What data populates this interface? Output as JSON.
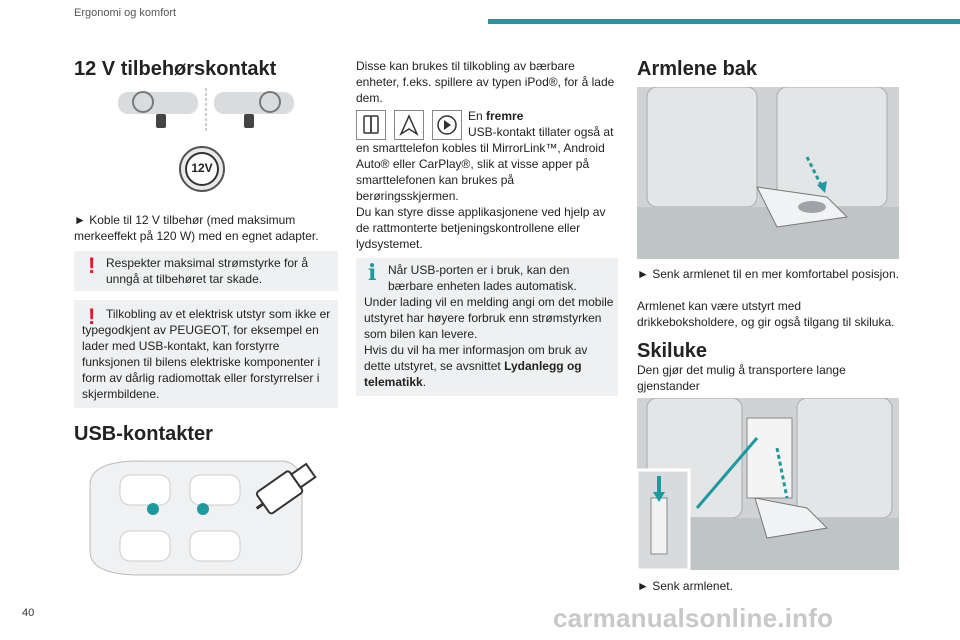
{
  "header": {
    "section": "Ergonomi og komfort",
    "page_number": "40"
  },
  "col1": {
    "title": "12 V tilbehørskontakt",
    "socket_label": "12V",
    "instruction": "► Koble til 12 V tilbehør (med maksimum merkeeffekt på 120 W) med en egnet adapter.",
    "warn1": "Respekter maksimal strømstyrke for å unngå at tilbehøret tar skade.",
    "warn2": "Tilkobling av et elektrisk utstyr som ikke er typegodkjent av PEUGEOT, for eksempel en lader med USB-kontakt, kan forstyrre funksjonen til bilens elektriske komponenter i form av dårlig radiomottak eller forstyrrelser i skjermbildene.",
    "usb_title": "USB-kontakter"
  },
  "col2": {
    "p1": "Disse kan brukes til tilkobling av bærbare enheter, f.eks. spillere av typen iPod®, for å lade dem.",
    "p2a": "En ",
    "p2b": "fremre",
    "p2c": " USB-kontakt tillater også at en smarttelefon kobles til MirrorLink™, Android Auto® eller CarPlay®, slik at visse apper på smarttelefonen kan brukes på berøringsskjermen.",
    "p3": "Du kan styre disse applikasjonene ved hjelp av de rattmonterte betjeningskontrollene eller lydsystemet.",
    "info_a": "Når USB-porten er i bruk, kan den bærbare enheten lades automatisk.",
    "info_b": "Under lading vil en melding angi om det mobile utstyret har høyere forbruk enn strømstyrken som bilen kan levere.",
    "info_c": "Hvis du vil ha mer informasjon om bruk av dette utstyret, se avsnittet ",
    "info_link": "Lydanlegg og telematikk",
    "info_end": "."
  },
  "col3": {
    "title1": "Armlene bak",
    "text1": "► Senk armlenet til en mer komfortabel posisjon.",
    "text2": "Armlenet kan være utstyrt med drikkeboksholdere, og gir også tilgang til skiluka.",
    "title2": "Skiluke",
    "text3": "Den gjør det mulig å transportere lange gjenstander",
    "text4": "► Senk armlenet."
  },
  "watermark": "carmanualsonline.info",
  "colors": {
    "accent": "#1d9aa0",
    "warning": "#e01a2b",
    "box_bg": "#eef0f1"
  }
}
